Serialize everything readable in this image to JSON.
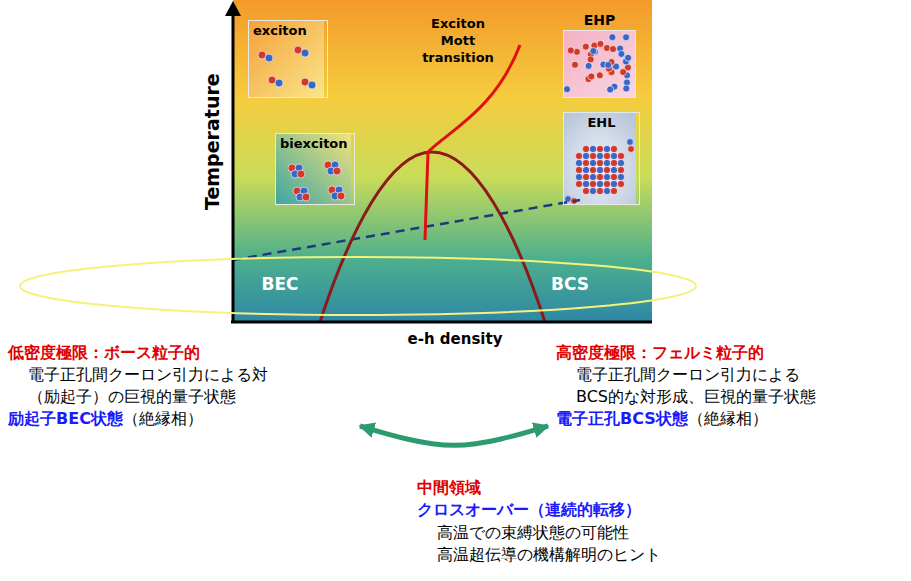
{
  "diagram": {
    "nodes": [
      {
        "text": [
          "exciton"
        ]
      },
      {
        "text": [
          "biexciton"
        ]
      },
      {
        "text": [
          "EHP"
        ]
      },
      {
        "text": [
          "EHL"
        ]
      },
      {
        "text": [
          "BEC",
          "BCS"
        ]
      },
      {
        "text": [
          "低密度極限：ボース粒子的",
          "電子正孔間クーロン引力による対 （励起子）の巨視的量子状態",
          "励起子BEC状態",
          "（絶縁相）"
        ]
      },
      {
        "text": [
          "高密度極限：フェルミ粒子的",
          "電子正孔間クーロン引力による BCS的な対形成、巨視的量子状態",
          "電子正孔BCS状態",
          "（絶縁相）"
        ]
      }
    ],
    "edges": [
      {
        "from": 5,
        "to": 6,
        "arrow": "both"
      }
    ],
    "labels": [
      "Temperature",
      "e-h density",
      "Exciton Mott transition",
      "中間領域",
      "クロスオーバー（連続的転移）",
      "高温での束縛状態の可能性",
      "高温超伝導の機構解明のヒント"
    ]
  }
}
